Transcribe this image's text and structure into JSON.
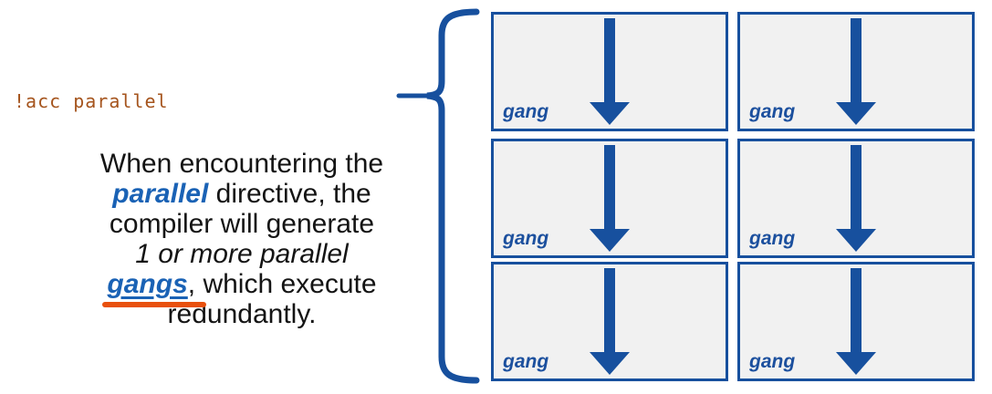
{
  "code_label": "!acc parallel",
  "paragraph": {
    "segments": [
      {
        "text": "When encountering the",
        "style": "plain"
      },
      {
        "break": true
      },
      {
        "text": "parallel",
        "style": "emph"
      },
      {
        "text": " directive,  the",
        "style": "plain"
      },
      {
        "break": true
      },
      {
        "text": "compiler will generate",
        "style": "plain"
      },
      {
        "break": true
      },
      {
        "text": "1 or more parallel",
        "style": "italic"
      },
      {
        "break": true
      },
      {
        "text": "gangs",
        "style": "emph-underline"
      },
      {
        "text": ", which execute",
        "style": "plain"
      },
      {
        "break": true
      },
      {
        "text": "redundantly.",
        "style": "plain"
      }
    ]
  },
  "gangs": {
    "items": [
      {
        "label": "gang"
      },
      {
        "label": "gang"
      },
      {
        "label": "gang"
      },
      {
        "label": "gang"
      },
      {
        "label": "gang"
      },
      {
        "label": "gang"
      }
    ]
  },
  "colors": {
    "box_border_navy": "#17509E",
    "arrow_navy": "#17509E",
    "gang_label_blue": "#1C509E",
    "keyword_text_blue": "#1A62B5",
    "underline_orange": "#E8500D",
    "code_brown": "#A5541D",
    "box_fill_gray": "#F1F1F1"
  }
}
